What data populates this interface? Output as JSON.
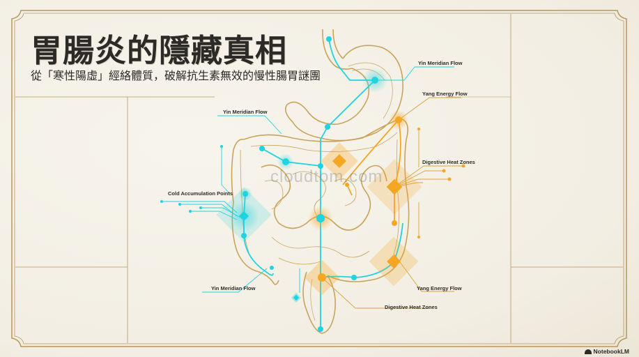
{
  "header": {
    "title": "胃腸炎的隱藏真相",
    "subtitle": "從「寒性陽虛」經絡體質，破解抗生素無效的慢性腸胃謎團"
  },
  "labels": {
    "yin_top_right": "Yin Meridian Flow",
    "yang_top_right": "Yang Energy Flow",
    "yin_top_left": "Yin Meridian Flow",
    "heat_right": "Digestive Heat Zones",
    "cold_left": "Cold Accumulation Points",
    "yin_bottom_left": "Yin Meridian Flow",
    "yang_bottom_right": "Yang Energy Flow",
    "heat_bottom": "Digestive Heat Zones"
  },
  "watermark": "cloudtom.com",
  "brand": {
    "name": "NotebookLM",
    "icon": "notebooklm-logo-icon"
  },
  "colors": {
    "background": "#f4f0e6",
    "frame_gold": "#b8965a",
    "anatomy_outline": "#c9a35c",
    "yin_cyan": "#1fd3e0",
    "yang_orange": "#f5a623",
    "title_text": "#2b2a27"
  }
}
